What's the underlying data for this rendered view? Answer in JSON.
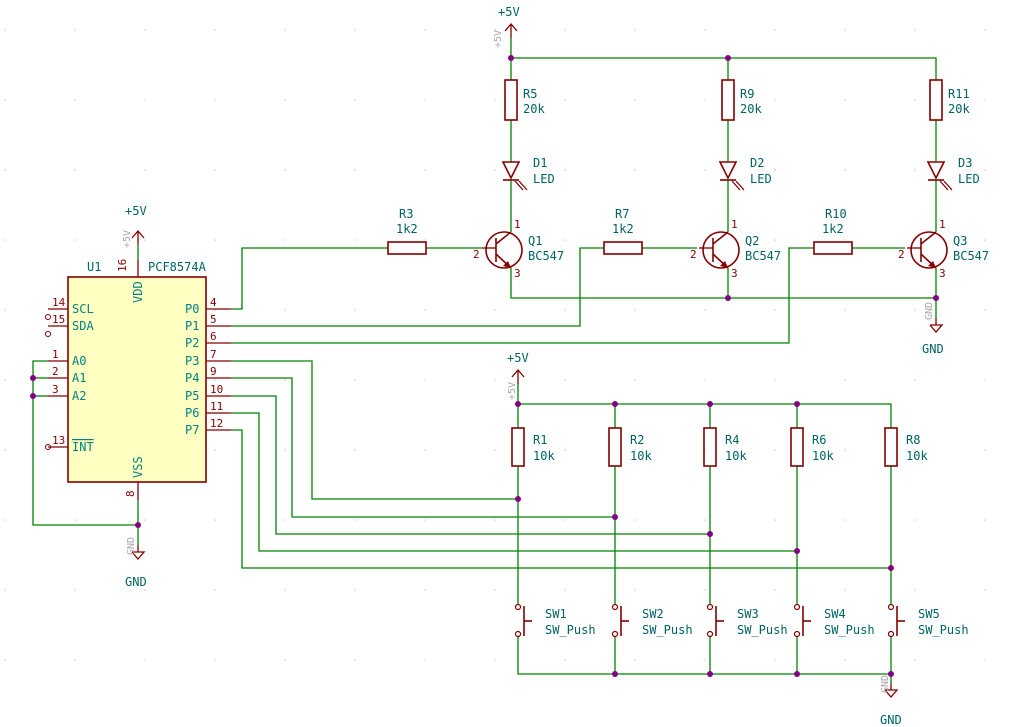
{
  "ic": {
    "ref": "U1",
    "value": "PCF8574A",
    "vdd_label": "VDD",
    "vss_label": "VSS",
    "pins_left": [
      {
        "num": "14",
        "name": "SCL"
      },
      {
        "num": "15",
        "name": "SDA"
      },
      {
        "num": "1",
        "name": "A0"
      },
      {
        "num": "2",
        "name": "A1"
      },
      {
        "num": "3",
        "name": "A2"
      },
      {
        "num": "13",
        "name": "INT"
      }
    ],
    "pins_right": [
      {
        "num": "4",
        "name": "P0"
      },
      {
        "num": "5",
        "name": "P1"
      },
      {
        "num": "6",
        "name": "P2"
      },
      {
        "num": "7",
        "name": "P3"
      },
      {
        "num": "9",
        "name": "P4"
      },
      {
        "num": "10",
        "name": "P5"
      },
      {
        "num": "11",
        "name": "P6"
      },
      {
        "num": "12",
        "name": "P7"
      }
    ],
    "vdd_pin": "16",
    "vss_pin": "8"
  },
  "power": {
    "plus5": "+5V",
    "gnd": "GND",
    "ghost_plus5": "+5V",
    "ghost_gnd": "GND"
  },
  "led_resistors": [
    {
      "ref": "R5",
      "value": "20k"
    },
    {
      "ref": "R9",
      "value": "20k"
    },
    {
      "ref": "R11",
      "value": "20k"
    }
  ],
  "leds": [
    {
      "ref": "D1",
      "value": "LED"
    },
    {
      "ref": "D2",
      "value": "LED"
    },
    {
      "ref": "D3",
      "value": "LED"
    }
  ],
  "base_resistors": [
    {
      "ref": "R3",
      "value": "1k2"
    },
    {
      "ref": "R7",
      "value": "1k2"
    },
    {
      "ref": "R10",
      "value": "1k2"
    }
  ],
  "transistors": [
    {
      "ref": "Q1",
      "value": "BC547"
    },
    {
      "ref": "Q2",
      "value": "BC547"
    },
    {
      "ref": "Q3",
      "value": "BC547"
    }
  ],
  "transistor_pins": {
    "b": "2",
    "c": "1",
    "e": "3"
  },
  "pullups": [
    {
      "ref": "R1",
      "value": "10k"
    },
    {
      "ref": "R2",
      "value": "10k"
    },
    {
      "ref": "R4",
      "value": "10k"
    },
    {
      "ref": "R6",
      "value": "10k"
    },
    {
      "ref": "R8",
      "value": "10k"
    }
  ],
  "switches": [
    {
      "ref": "SW1",
      "value": "SW_Push"
    },
    {
      "ref": "SW2",
      "value": "SW_Push"
    },
    {
      "ref": "SW3",
      "value": "SW_Push"
    },
    {
      "ref": "SW4",
      "value": "SW_Push"
    },
    {
      "ref": "SW5",
      "value": "SW_Push"
    }
  ],
  "colors": {
    "wire": "#008400",
    "component": "#840000",
    "label": "#006464",
    "ic_fill": "#ffffc2",
    "junction": "#840084"
  }
}
